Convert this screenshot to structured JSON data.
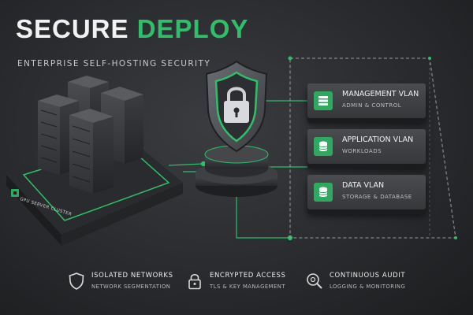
{
  "header": {
    "title_main": "SECURE",
    "title_accent": "DEPLOY",
    "subtitle": "ENTERPRISE SELF-HOSTING SECURITY"
  },
  "cluster": {
    "label": "GPU SERVER CLUSTER",
    "badge_icon": "gpu-chip-icon"
  },
  "shield": {
    "icon": "padlock-icon"
  },
  "vlans": [
    {
      "name": "MANAGEMENT VLAN",
      "desc": "ADMIN & CONTROL",
      "icon": "server-rack-icon"
    },
    {
      "name": "APPLICATION VLAN",
      "desc": "WORKLOADS",
      "icon": "database-icon"
    },
    {
      "name": "DATA VLAN",
      "desc": "STORAGE & DATABASE",
      "icon": "database-icon"
    }
  ],
  "features": [
    {
      "name": "ISOLATED NETWORKS",
      "desc": "NETWORK SEGMENTATION",
      "icon": "shield-icon"
    },
    {
      "name": "ENCRYPTED ACCESS",
      "desc": "TLS & KEY MANAGEMENT",
      "icon": "lock-icon"
    },
    {
      "name": "CONTINUOUS AUDIT",
      "desc": "LOGGING & MONITORING",
      "icon": "audit-magnifier-icon"
    }
  ],
  "colors": {
    "accent": "#2fbf6a",
    "panel": "#3f4145",
    "background": "#2a2b2e"
  }
}
